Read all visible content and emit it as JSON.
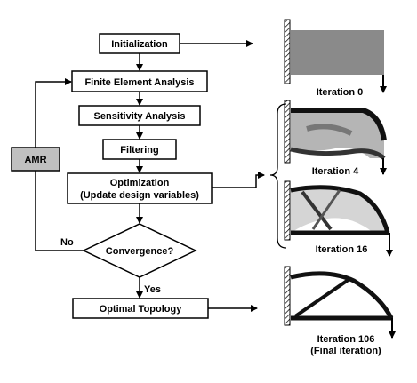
{
  "flowchart": {
    "initialization": "Initialization",
    "fea": "Finite Element Analysis",
    "sensitivity": "Sensitivity Analysis",
    "filtering": "Filtering",
    "optimization_line1": "Optimization",
    "optimization_line2": "(Update design variables)",
    "convergence": "Convergence?",
    "optimal": "Optimal Topology",
    "amr": "AMR",
    "no_label": "No",
    "yes_label": "Yes"
  },
  "iterations": [
    {
      "label": "Iteration 0"
    },
    {
      "label": "Iteration 4"
    },
    {
      "label": "Iteration 16"
    },
    {
      "label": "Iteration 106",
      "sublabel": "(Final iteration)"
    }
  ]
}
